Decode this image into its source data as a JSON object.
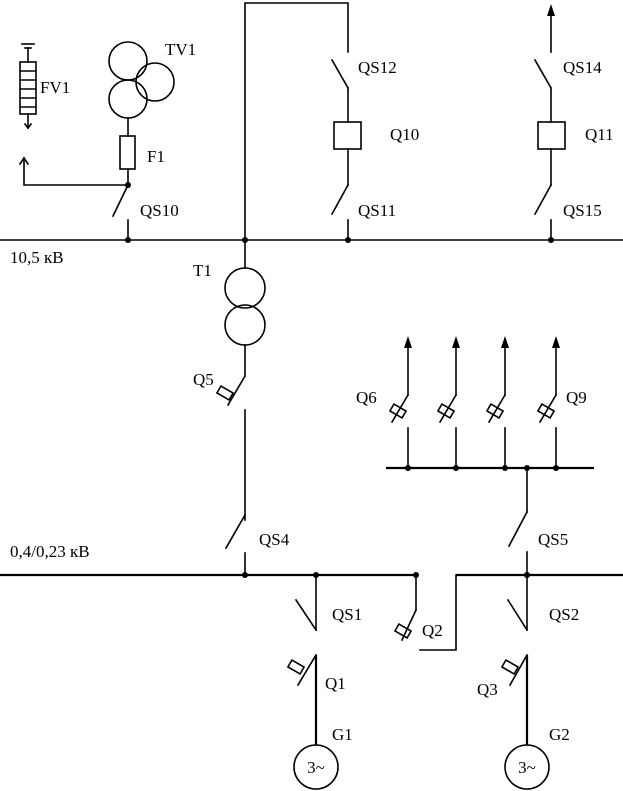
{
  "bus_hv": "10,5 кВ",
  "bus_lv": "0,4/0,23 кВ",
  "labels": {
    "FV1": "FV1",
    "TV1": "TV1",
    "F1": "F1",
    "QS10": "QS10",
    "QS12": "QS12",
    "Q10": "Q10",
    "QS11": "QS11",
    "QS14": "QS14",
    "Q11": "Q11",
    "QS15": "QS15",
    "T1": "T1",
    "Q5": "Q5",
    "Q6": "Q6",
    "Q9": "Q9",
    "QS4": "QS4",
    "QS5": "QS5",
    "QS1": "QS1",
    "Q2": "Q2",
    "QS2": "QS2",
    "Q1": "Q1",
    "Q3": "Q3",
    "G1": "G1",
    "G2": "G2",
    "gen1": "3~",
    "gen2": "3~"
  }
}
